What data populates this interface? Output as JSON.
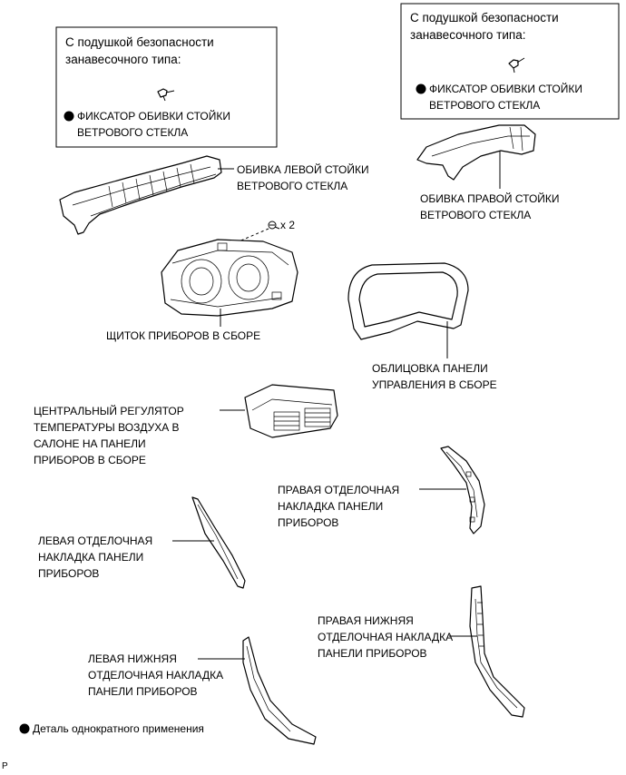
{
  "airbag_box_left": {
    "line1": "С подушкой безопасности",
    "line2": "занавесочного типа:",
    "clip_line1": "ФИКСАТОР ОБИВКИ СТОЙКИ",
    "clip_line2": "ВЕТРОВОГО СТЕКЛА"
  },
  "airbag_box_right": {
    "line1": "С подушкой безопасности",
    "line2": "занавесочного типа:",
    "clip_line1": "ФИКСАТОР ОБИВКИ СТОЙКИ",
    "clip_line2": "ВЕТРОВОГО СТЕКЛА"
  },
  "labels": {
    "left_pillar_1": "ОБИВКА ЛЕВОЙ СТОЙКИ",
    "left_pillar_2": "ВЕТРОВОГО СТЕКЛА",
    "right_pillar_1": "ОБИВКА ПРАВОЙ СТОЙКИ",
    "right_pillar_2": "ВЕТРОВОГО СТЕКЛА",
    "screw_count": "x 2",
    "cluster": "ЩИТОК ПРИБОРОВ В СБОРЕ",
    "bezel_1": "ОБЛИЦОВКА ПАНЕЛИ",
    "bezel_2": "УПРАВЛЕНИЯ В СБОРЕ",
    "vent_1": "ЦЕНТРАЛЬНЫЙ РЕГУЛЯТОР",
    "vent_2": "ТЕМПЕРАТУРЫ ВОЗДУХА В",
    "vent_3": "САЛОНЕ НА ПАНЕЛИ",
    "vent_4": "ПРИБОРОВ В СБОРЕ",
    "right_trim_1": "ПРАВАЯ ОТДЕЛОЧНАЯ",
    "right_trim_2": "НАКЛАДКА ПАНЕЛИ",
    "right_trim_3": "ПРИБОРОВ",
    "left_trim_1": "ЛЕВАЯ ОТДЕЛОЧНАЯ",
    "left_trim_2": "НАКЛАДКА ПАНЕЛИ",
    "left_trim_3": "ПРИБОРОВ",
    "right_lower_1": "ПРАВАЯ НИЖНЯЯ",
    "right_lower_2": "ОТДЕЛОЧНАЯ НАКЛАДКА",
    "right_lower_3": "ПАНЕЛИ ПРИБОРОВ",
    "left_lower_1": "ЛЕВАЯ НИЖНЯЯ",
    "left_lower_2": "ОТДЕЛОЧНАЯ НАКЛАДКА",
    "left_lower_3": "ПАНЕЛИ ПРИБОРОВ"
  },
  "legend": {
    "text": "Деталь однократного применения"
  },
  "corner_mark": "P"
}
